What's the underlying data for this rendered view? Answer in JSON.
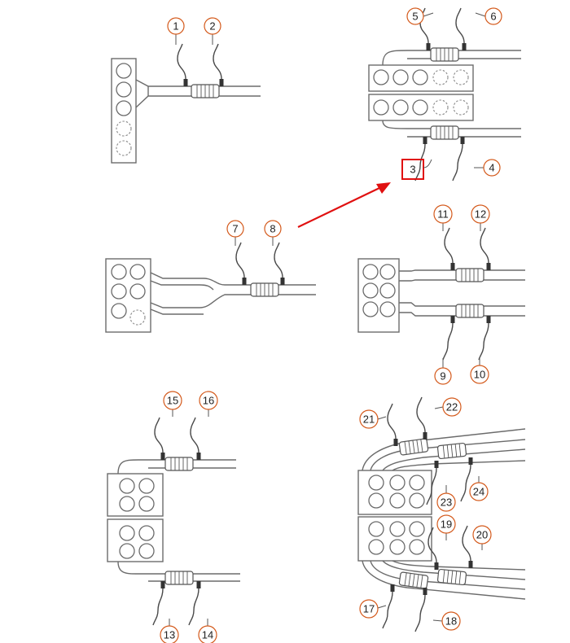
{
  "sensor_labels": {
    "s1": "1",
    "s2": "2",
    "s3": "3",
    "s4": "4",
    "s5": "5",
    "s6": "6",
    "s7": "7",
    "s8": "8",
    "s9": "9",
    "s10": "10",
    "s11": "11",
    "s12": "12",
    "s13": "13",
    "s14": "14",
    "s15": "15",
    "s16": "16",
    "s17": "17",
    "s18": "18",
    "s19": "19",
    "s20": "20",
    "s21": "21",
    "s22": "22",
    "s23": "23",
    "s24": "24"
  },
  "highlight": {
    "label": "3",
    "color": "#e01010"
  },
  "colors": {
    "badge_outline": "#d45a1c",
    "line": "#6b6b6b",
    "highlight": "#e01010"
  },
  "icons": {
    "sensor": "oxygen-sensor-icon",
    "converter": "catalytic-converter-icon",
    "engine": "engine-block-icon"
  }
}
